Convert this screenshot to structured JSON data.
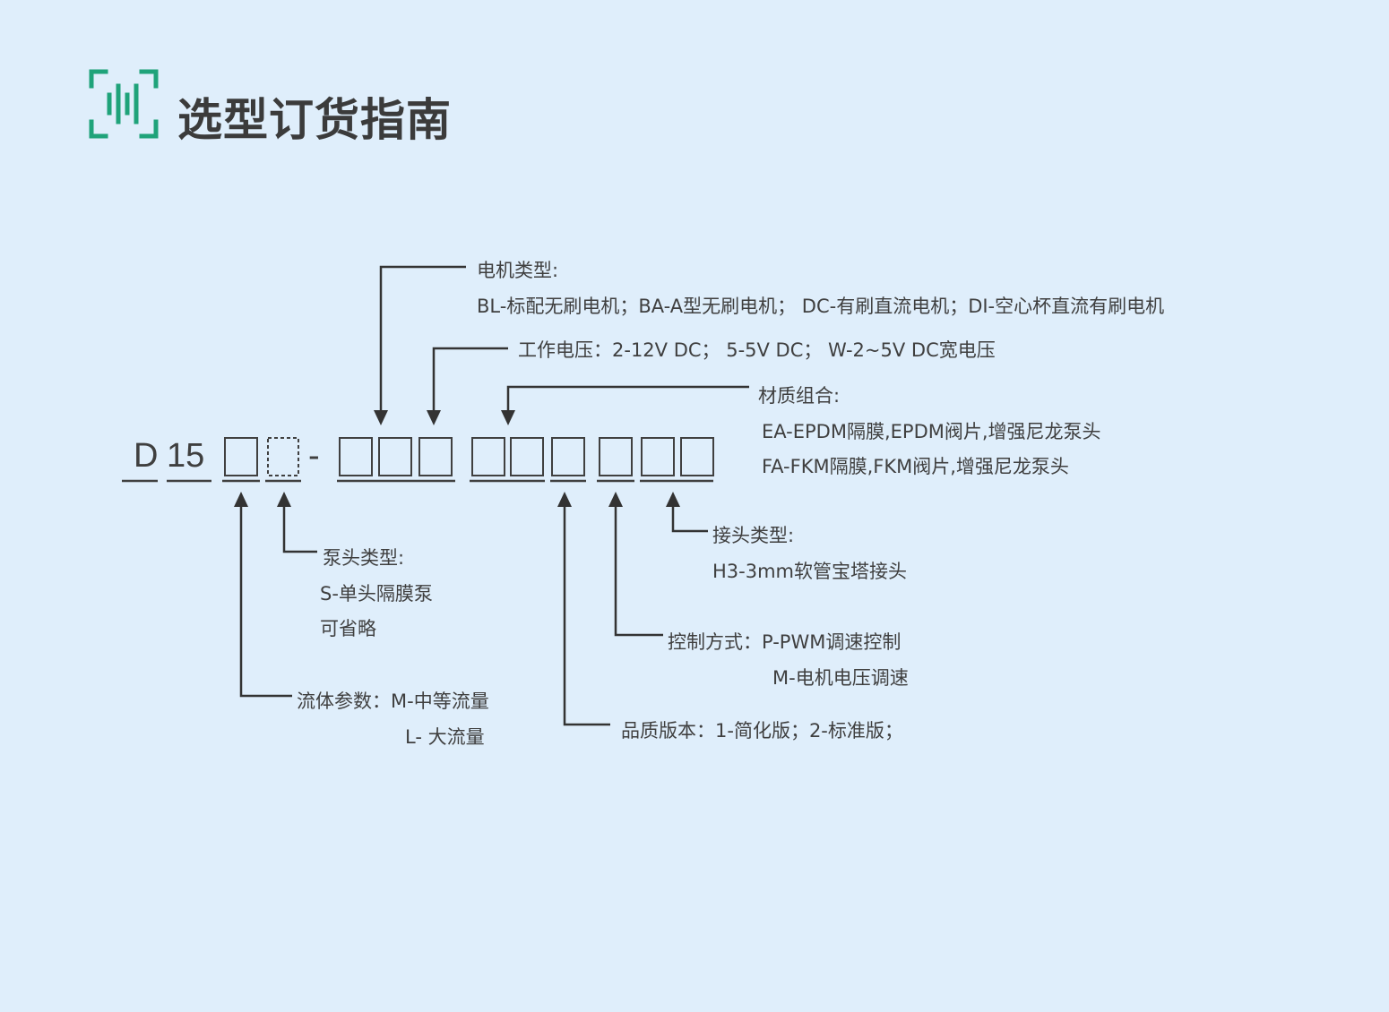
{
  "page": {
    "title": "选型订货指南",
    "accent_color": "#1fa37a",
    "logo_icon": "scan-barcode-icon"
  },
  "model_code": {
    "prefix": "D",
    "series": "15",
    "separator": "-",
    "slot_count": 11,
    "optional_slot_index": 1
  },
  "fields": {
    "motor_type": {
      "title": "电机类型:",
      "options": "BL-标配无刷电机；BA-A型无刷电机； DC-有刷直流电机；DI-空心杯直流有刷电机"
    },
    "voltage": {
      "text": "工作电压：2-12V DC； 5-5V DC； W-2~5V DC宽电压"
    },
    "material": {
      "title": "材质组合:",
      "option_1": "EA-EPDM隔膜,EPDM阀片,增强尼龙泵头",
      "option_2": "FA-FKM隔膜,FKM阀片,增强尼龙泵头"
    },
    "connector": {
      "title": "接头类型:",
      "option": "H3-3mm软管宝塔接头"
    },
    "control": {
      "line_1": "控制方式：P-PWM调速控制",
      "line_2": "M-电机电压调速"
    },
    "quality": {
      "text": "品质版本：1-简化版；2-标准版；"
    },
    "pump_head": {
      "title": "泵头类型:",
      "option": "S-单头隔膜泵",
      "note": "可省略"
    },
    "flow": {
      "line_1": "流体参数：M-中等流量",
      "line_2": "L- 大流量"
    }
  }
}
